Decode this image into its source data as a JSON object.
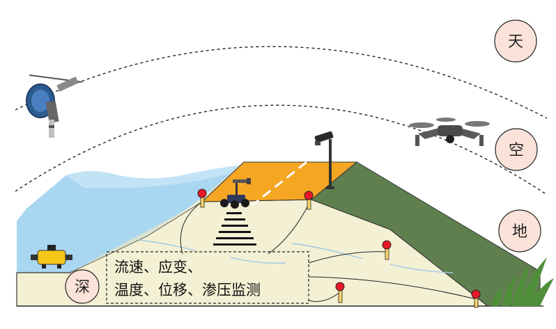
{
  "labels": {
    "sky": "天",
    "air": "空",
    "ground": "地",
    "deep": "深"
  },
  "monitoring": {
    "line1": "流速、应变、",
    "line2": "温度、位移、渗压监测"
  },
  "icons": [
    "satellite-icon",
    "drone-icon",
    "cctv-camera-icon",
    "rover-robot-icon",
    "underwater-robot-icon",
    "sensor-marker-icon"
  ],
  "colors": {
    "water": "#9fd0ee",
    "dam_body": "#f4f0d4",
    "crest": "#f5a623",
    "downstream_slope": "#5f7f4f",
    "label_circle": "#fbe3d9",
    "sensor": "#e8182a"
  }
}
